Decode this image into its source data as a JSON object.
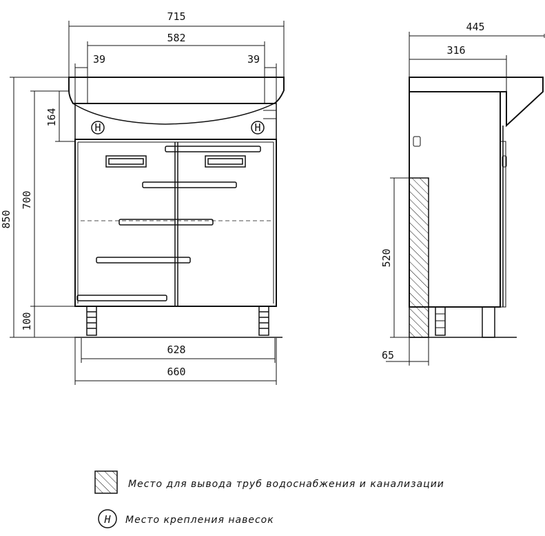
{
  "dimensions": {
    "width_top": "715",
    "width_basin": "582",
    "offset_left": "39",
    "offset_right": "39",
    "height_total": "850",
    "height_body": "700",
    "height_basin": "164",
    "height_legs": "100",
    "width_bottom_inner": "628",
    "width_bottom_outer": "660",
    "side_depth_total": "445",
    "side_depth_body": "316",
    "side_height_wall": "520",
    "side_height_bottom": "65"
  },
  "markers": {
    "mount_symbol": "H"
  },
  "legend": {
    "pipe_outlet_text": "Место для вывода труб водоснабжения и канализации",
    "mount_point_text": "Место крепления навесок"
  }
}
